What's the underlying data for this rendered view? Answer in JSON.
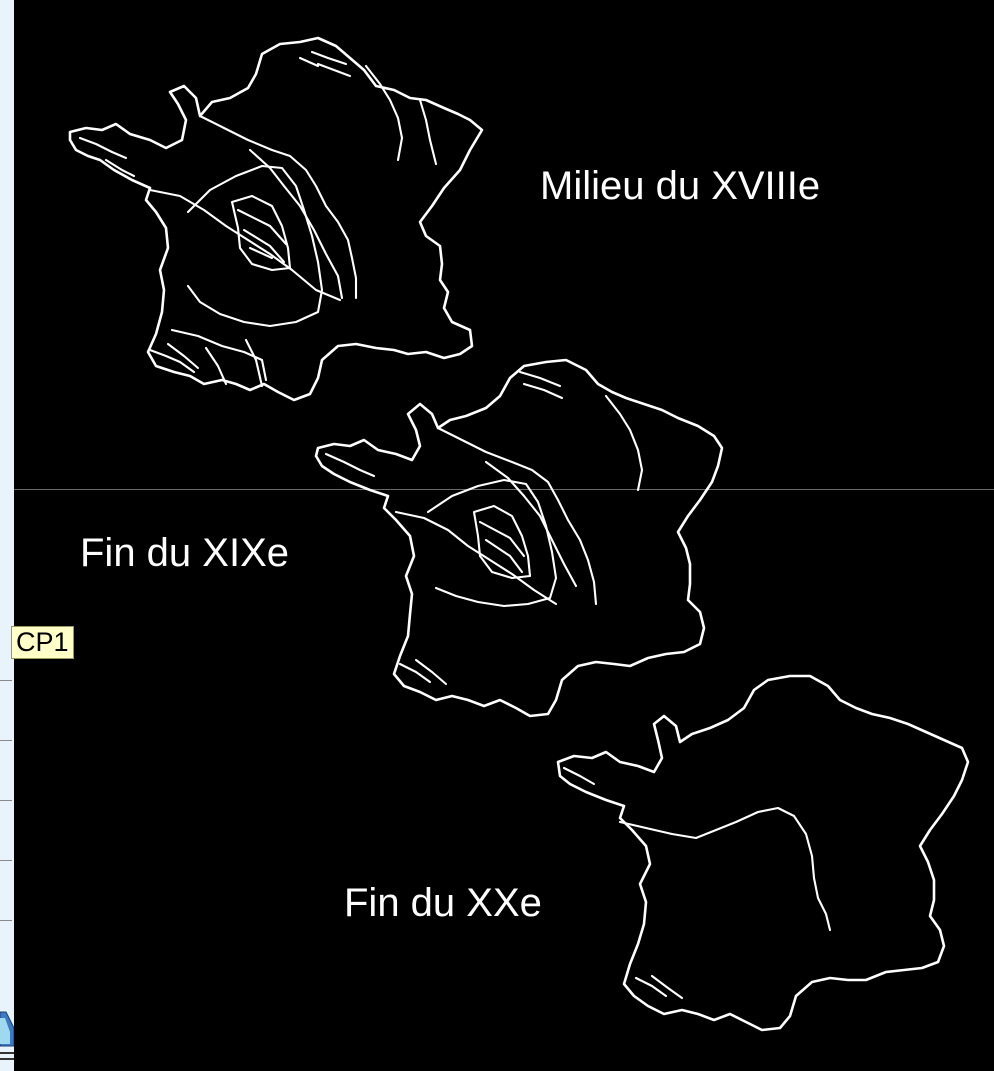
{
  "labels": {
    "map_1": "Milieu du XVIIIe",
    "map_2": "Fin du XIXe",
    "map_3": "Fin du XXe"
  },
  "tag": {
    "text": "CP1"
  },
  "colors": {
    "background": "#000000",
    "lines": "#ffffff",
    "tag_fill": "#ffffc8",
    "left_strip": "#e9f3fb"
  },
  "icons": {
    "tag": "comment-tag",
    "strip_shape": "wave-shape-icon"
  }
}
